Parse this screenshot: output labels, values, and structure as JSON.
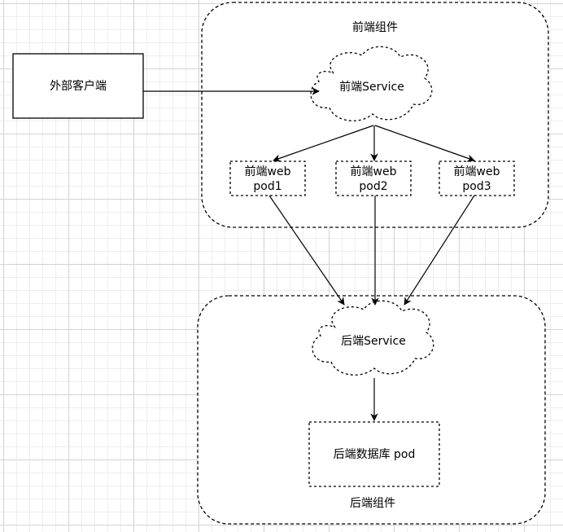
{
  "frontend_group": {
    "label": "前端组件"
  },
  "backend_group": {
    "label": "后端组件"
  },
  "external_client": {
    "label": "外部客户端"
  },
  "frontend_service": {
    "label": "前端Service"
  },
  "backend_service": {
    "label": "后端Service"
  },
  "pods": [
    {
      "line1": "前端web",
      "line2": "pod1"
    },
    {
      "line1": "前端web",
      "line2": "pod2"
    },
    {
      "line1": "前端web",
      "line2": "pod3"
    }
  ],
  "database": {
    "label": "后端数据库 pod"
  }
}
